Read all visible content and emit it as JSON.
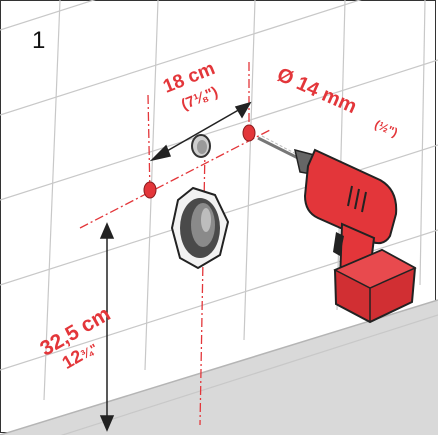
{
  "step_number": "1",
  "horizontal_dimension": {
    "metric": "18 cm",
    "imperial_main": "7",
    "imperial_fraction": "⅛",
    "imperial_close": "\")",
    "imperial_open": "("
  },
  "drill_bit": {
    "label": "Ø 14 mm",
    "fraction_open": "(",
    "fraction": "½",
    "fraction_close": "\")"
  },
  "vertical_dimension": {
    "metric": "32,5 cm",
    "imperial_main": "12",
    "imperial_fraction": "¾",
    "imperial_mark": "\""
  },
  "colors": {
    "accent_red": "#e3363a",
    "tile_line": "#c8c8c8",
    "floor_gray": "#d9d9d9",
    "outline": "#333333"
  }
}
